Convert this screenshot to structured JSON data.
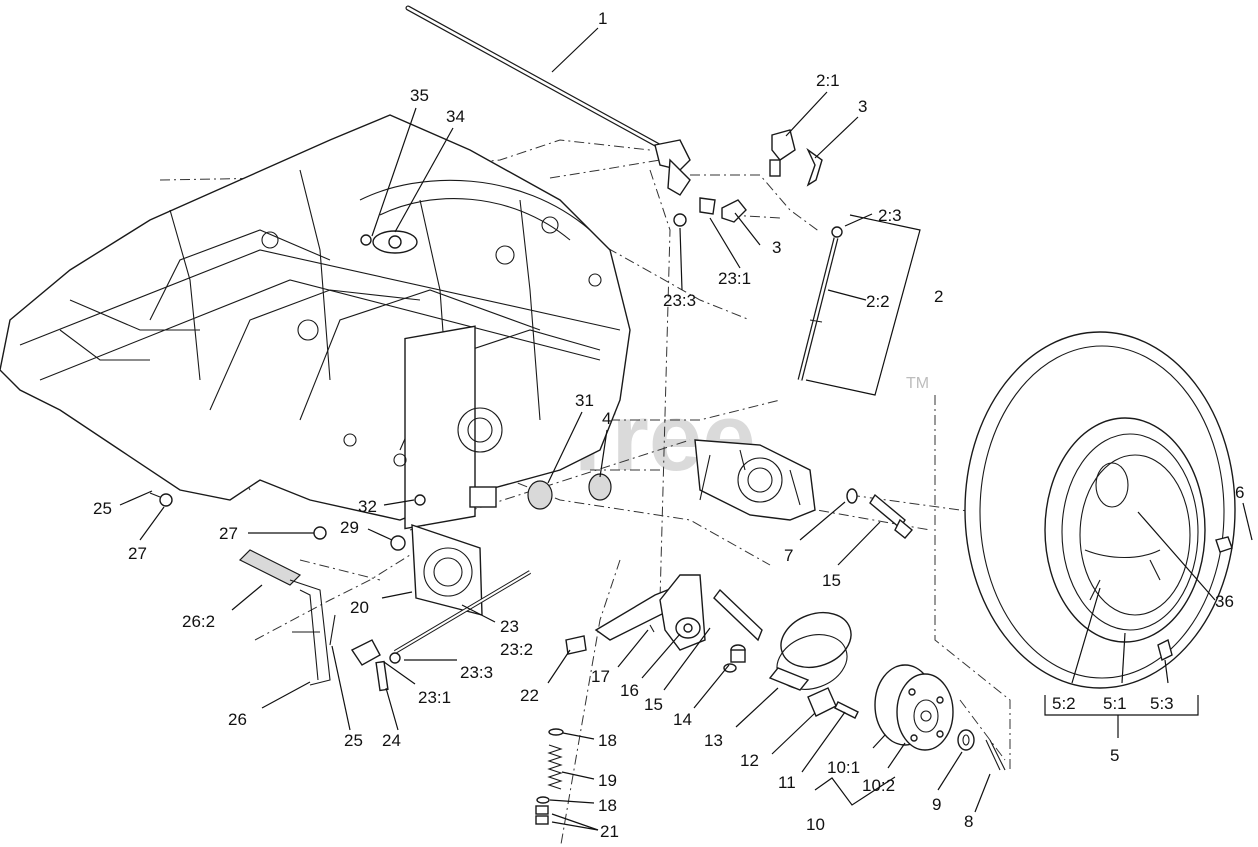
{
  "watermark": {
    "text": "PartsTree",
    "tm": "TM"
  },
  "callouts": [
    {
      "id": "c1",
      "text": "1"
    },
    {
      "id": "c2_1",
      "text": "2:1"
    },
    {
      "id": "c3a",
      "text": "3"
    },
    {
      "id": "c35",
      "text": "35"
    },
    {
      "id": "c34",
      "text": "34"
    },
    {
      "id": "c2_3",
      "text": "2:3"
    },
    {
      "id": "c3b",
      "text": "3"
    },
    {
      "id": "c2",
      "text": "2"
    },
    {
      "id": "c23_1a",
      "text": "23:1"
    },
    {
      "id": "c23_3a",
      "text": "23:3"
    },
    {
      "id": "c2_2",
      "text": "2:2"
    },
    {
      "id": "c31",
      "text": "31"
    },
    {
      "id": "c4",
      "text": "4"
    },
    {
      "id": "c6",
      "text": "6"
    },
    {
      "id": "c25a",
      "text": "25"
    },
    {
      "id": "c27a",
      "text": "27"
    },
    {
      "id": "c32",
      "text": "32"
    },
    {
      "id": "c29",
      "text": "29"
    },
    {
      "id": "c7",
      "text": "7"
    },
    {
      "id": "c15a",
      "text": "15"
    },
    {
      "id": "c27b",
      "text": "27"
    },
    {
      "id": "c36",
      "text": "36"
    },
    {
      "id": "c26_2",
      "text": "26:2"
    },
    {
      "id": "c20",
      "text": "20"
    },
    {
      "id": "c23",
      "text": "23"
    },
    {
      "id": "c23_2",
      "text": "23:2"
    },
    {
      "id": "c23_3b",
      "text": "23:3"
    },
    {
      "id": "c22",
      "text": "22"
    },
    {
      "id": "c17",
      "text": "17"
    },
    {
      "id": "c16",
      "text": "16"
    },
    {
      "id": "c15b",
      "text": "15"
    },
    {
      "id": "c23_1b",
      "text": "23:1"
    },
    {
      "id": "c26",
      "text": "26"
    },
    {
      "id": "c25b",
      "text": "25"
    },
    {
      "id": "c24",
      "text": "24"
    },
    {
      "id": "c14",
      "text": "14"
    },
    {
      "id": "c13",
      "text": "13"
    },
    {
      "id": "c18a",
      "text": "18"
    },
    {
      "id": "c12",
      "text": "12"
    },
    {
      "id": "c10_1",
      "text": "10:1"
    },
    {
      "id": "c10_2",
      "text": "10:2"
    },
    {
      "id": "c11",
      "text": "11"
    },
    {
      "id": "c19",
      "text": "19"
    },
    {
      "id": "c18b",
      "text": "18"
    },
    {
      "id": "c9",
      "text": "9"
    },
    {
      "id": "c8",
      "text": "8"
    },
    {
      "id": "c10",
      "text": "10"
    },
    {
      "id": "c21",
      "text": "21"
    },
    {
      "id": "c5_2",
      "text": "5:2"
    },
    {
      "id": "c5_1",
      "text": "5:1"
    },
    {
      "id": "c5_3",
      "text": "5:3"
    },
    {
      "id": "c5",
      "text": "5"
    }
  ]
}
